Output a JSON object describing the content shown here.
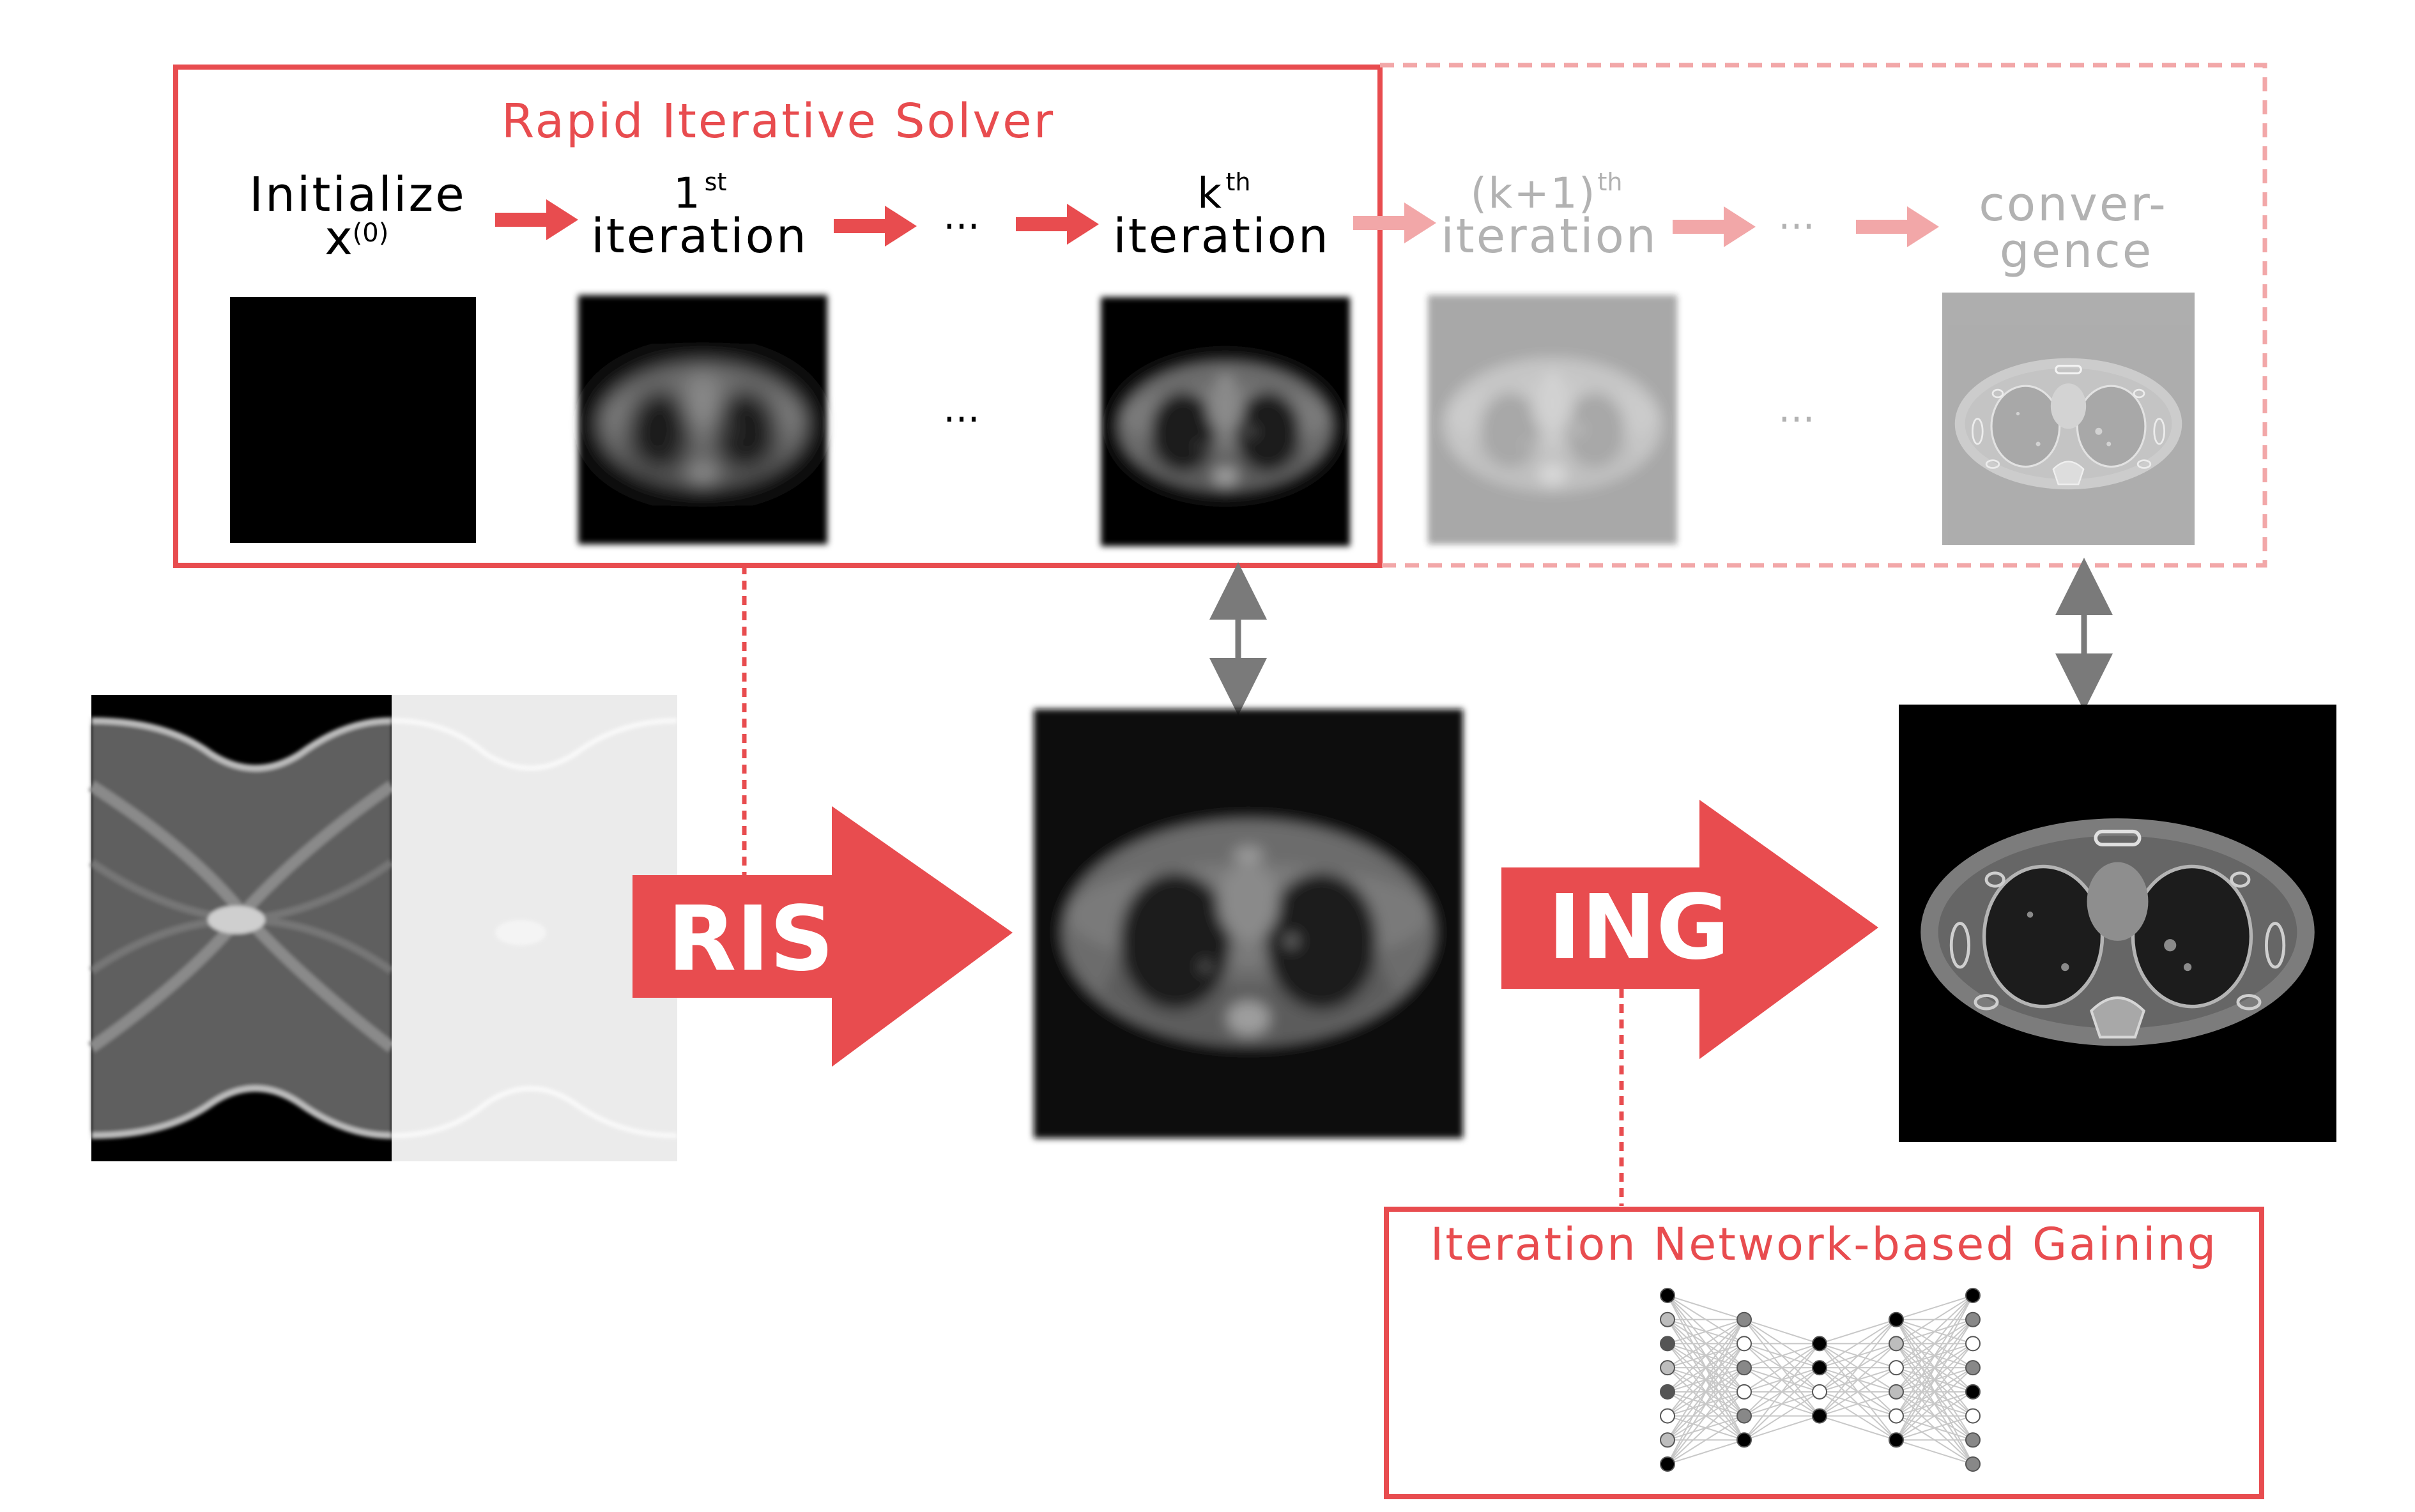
{
  "colors": {
    "accent": "#e84c4f",
    "accent_faded": "#f2a7a8",
    "faded_text": "#b2b2b2",
    "connector_gray": "#7a7a7a",
    "black": "#000000"
  },
  "solver": {
    "title": "Rapid Iterative Solver",
    "init_label_line1": "Initialize",
    "init_label_line2": "x",
    "init_sup": "(0)",
    "iter1_num": "1",
    "iter1_sup": "st",
    "iter_word": "iteration",
    "iterk_num": "k",
    "iterk_sup": "th",
    "ellipsis": "...",
    "iterk1_num": "(k+1)",
    "iterk1_sup": "th",
    "convergence_line1": "conver-",
    "convergence_line2": "gence"
  },
  "pipeline": {
    "ris_label": "RIS",
    "ing_label": "ING"
  },
  "network": {
    "title": "Iteration Network-based Gaining",
    "layers": [
      [
        "#000000",
        "#bdbdbd",
        "#555555",
        "#bdbdbd",
        "#555555",
        "#ffffff",
        "#bdbdbd",
        "#000000"
      ],
      [
        "#888888",
        "#ffffff",
        "#888888",
        "#ffffff",
        "#888888",
        "#000000"
      ],
      [
        "#000000",
        "#000000",
        "#ffffff",
        "#000000"
      ],
      [
        "#000000",
        "#bdbdbd",
        "#ffffff",
        "#bdbdbd",
        "#ffffff",
        "#000000"
      ],
      [
        "#000000",
        "#888888",
        "#ffffff",
        "#888888",
        "#000000",
        "#ffffff",
        "#888888",
        "#888888"
      ]
    ]
  }
}
